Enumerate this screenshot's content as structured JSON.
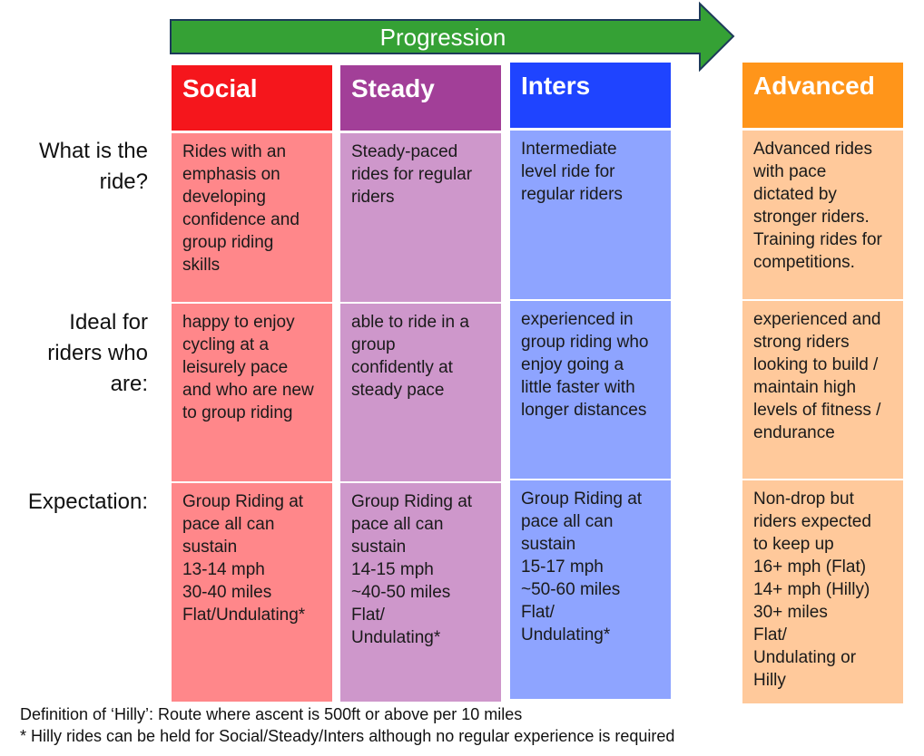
{
  "progression_label": "Progression",
  "row_labels": {
    "what": [
      "What is the",
      "ride?"
    ],
    "ideal": [
      "Ideal for",
      "riders who",
      "are:"
    ],
    "expectation": [
      "Expectation:"
    ]
  },
  "levels": [
    {
      "name": "Social",
      "what": "Rides with an\nemphasis on\ndeveloping\nconfidence and\ngroup riding\nskills",
      "ideal": "happy to enjoy\ncycling at a\nleisurely pace\nand who are new\nto group riding",
      "expectation": "Group Riding at\npace all can\nsustain\n13-14 mph\n30-40 miles\nFlat/Undulating*"
    },
    {
      "name": "Steady",
      "what": "Steady-paced\nrides for regular\nriders",
      "ideal": "able to ride in a\ngroup\nconfidently at\nsteady pace",
      "expectation": "Group Riding at\npace all can\nsustain\n14-15 mph\n~40-50 miles\nFlat/\nUndulating*"
    },
    {
      "name": "Inters",
      "what": "Intermediate\nlevel ride for\nregular riders",
      "ideal": "experienced in\ngroup riding who\nenjoy going a\nlittle faster with\nlonger distances",
      "expectation": "Group Riding at\npace all can\nsustain\n15-17 mph\n~50-60 miles\nFlat/\nUndulating*"
    },
    {
      "name": "Advanced",
      "what": "Advanced rides\nwith pace\ndictated by\nstronger riders.\nTraining rides for\ncompetitions.",
      "ideal": "experienced and\nstrong riders\nlooking to build /\nmaintain high\nlevels of fitness /\nendurance",
      "expectation": "Non-drop but\nriders expected\nto keep up\n16+ mph (Flat)\n14+ mph (Hilly)\n30+ miles\nFlat/\nUndulating or\nHilly"
    }
  ],
  "footnotes": {
    "hilly_definition": "Definition of ‘Hilly’: Route where ascent is 500ft or above per 10 miles",
    "hilly_note": "* Hilly rides can be held for Social/Steady/Inters although no regular experience is required"
  },
  "colors": {
    "arrow": "#35a135",
    "arrow_border": "#1d3a5a",
    "social_header": "#f5161c",
    "social_cell": "#ff878a",
    "steady_header": "#a23f98",
    "steady_cell": "#ce97cb",
    "inters_header": "#1f44ff",
    "inters_cell": "#8ea4ff",
    "advanced_header": "#ff951a",
    "advanced_cell": "#ffc99b"
  }
}
